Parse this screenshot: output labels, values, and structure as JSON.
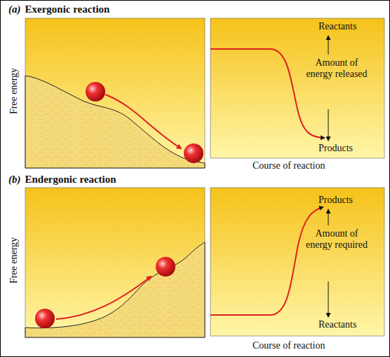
{
  "diagram": {
    "labels": [
      "(a)",
      "Exergonic reaction",
      "Free energy",
      "Reactants",
      "Amount of energy released",
      "Products",
      "Course of reaction",
      "(b)",
      "Endergonic reaction",
      "Free energy",
      "Products",
      "Amount of energy required",
      "Reactants",
      "Course of reaction"
    ]
  }
}
